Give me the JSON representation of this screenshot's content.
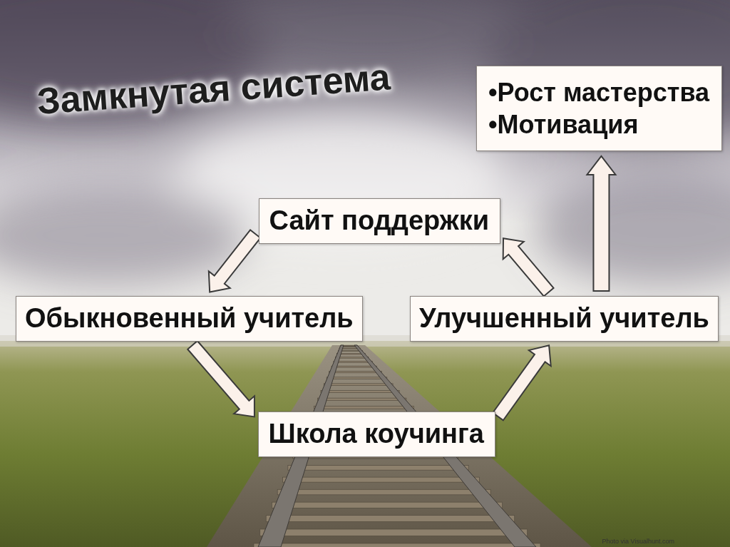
{
  "diagram": {
    "title": "Замкнутая система",
    "nodes": [
      {
        "text": [
          "•Рост мастерства",
          "•Мотивация"
        ]
      },
      {
        "text": [
          "Сайт поддержки"
        ]
      },
      {
        "text": [
          "Обыкновенный учитель"
        ]
      },
      {
        "text": [
          "Улучшенный учитель"
        ]
      },
      {
        "text": [
          "Школа коучинга"
        ]
      }
    ],
    "edges": [
      {
        "from": 1,
        "to": 2,
        "arrow": "to"
      },
      {
        "from": 2,
        "to": 4,
        "arrow": "to"
      },
      {
        "from": 4,
        "to": 3,
        "arrow": "to"
      },
      {
        "from": 3,
        "to": 1,
        "arrow": "to"
      },
      {
        "from": 3,
        "to": 0,
        "arrow": "to"
      }
    ],
    "labels": [
      "Photo via Visualhunt.com"
    ]
  }
}
